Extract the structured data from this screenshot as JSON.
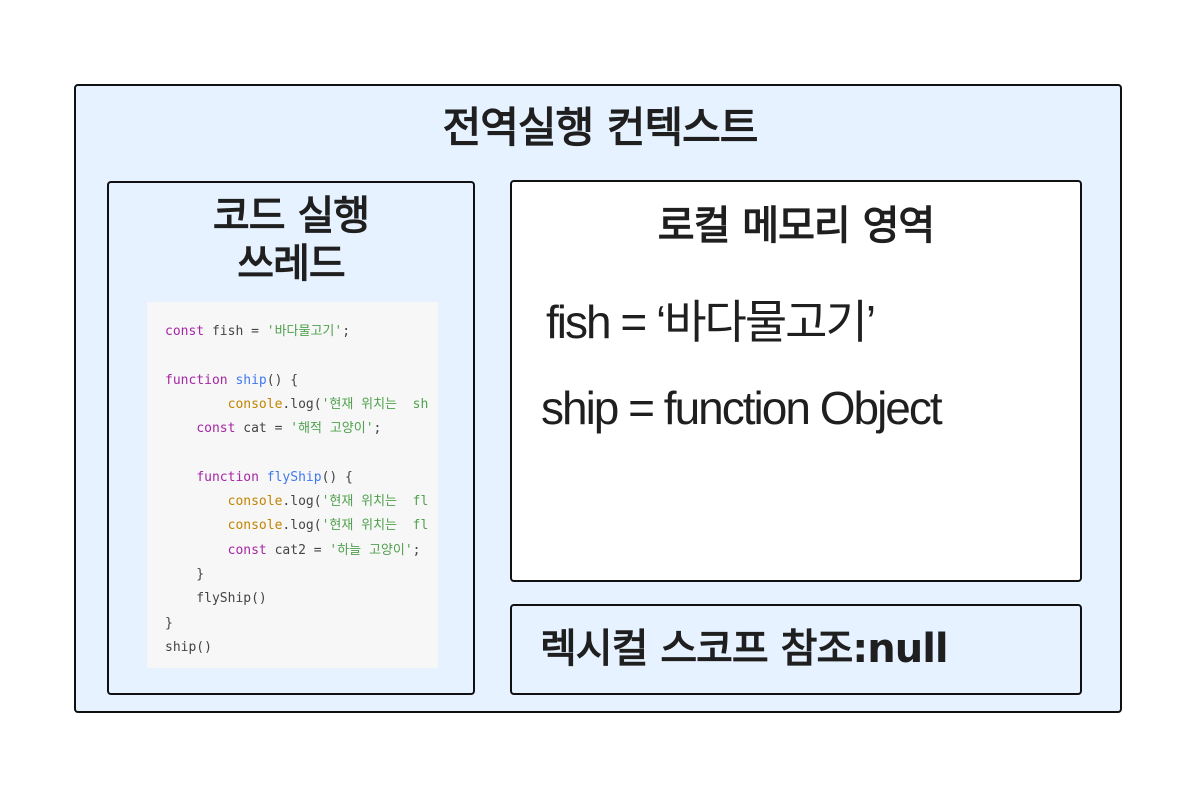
{
  "global_context": {
    "title": "전역실행 컨텍스트"
  },
  "code_thread": {
    "title_line1": "코드 실행",
    "title_line2": "쓰레드",
    "code_lines": [
      [
        {
          "t": "kw",
          "s": "const "
        },
        {
          "t": "plain",
          "s": "fish = "
        },
        {
          "t": "str",
          "s": "'바다물고기'"
        },
        {
          "t": "plain",
          "s": ";"
        }
      ],
      [],
      [
        {
          "t": "kw",
          "s": "function "
        },
        {
          "t": "fn",
          "s": "ship"
        },
        {
          "t": "plain",
          "s": "() {"
        }
      ],
      [
        {
          "t": "plain",
          "s": "        "
        },
        {
          "t": "obj",
          "s": "console"
        },
        {
          "t": "plain",
          "s": ".log("
        },
        {
          "t": "str",
          "s": "'현재 위치는  sh"
        }
      ],
      [
        {
          "t": "plain",
          "s": "    "
        },
        {
          "t": "kw",
          "s": "const "
        },
        {
          "t": "plain",
          "s": "cat = "
        },
        {
          "t": "str",
          "s": "'해적 고양이'"
        },
        {
          "t": "plain",
          "s": ";"
        }
      ],
      [],
      [
        {
          "t": "plain",
          "s": "    "
        },
        {
          "t": "kw",
          "s": "function "
        },
        {
          "t": "fn",
          "s": "flyShip"
        },
        {
          "t": "plain",
          "s": "() {"
        }
      ],
      [
        {
          "t": "plain",
          "s": "        "
        },
        {
          "t": "obj",
          "s": "console"
        },
        {
          "t": "plain",
          "s": ".log("
        },
        {
          "t": "str",
          "s": "'현재 위치는  fl"
        }
      ],
      [
        {
          "t": "plain",
          "s": "        "
        },
        {
          "t": "obj",
          "s": "console"
        },
        {
          "t": "plain",
          "s": ".log("
        },
        {
          "t": "str",
          "s": "'현재 위치는  fl"
        }
      ],
      [
        {
          "t": "plain",
          "s": "        "
        },
        {
          "t": "kw",
          "s": "const "
        },
        {
          "t": "plain",
          "s": "cat2 = "
        },
        {
          "t": "str",
          "s": "'하늘 고양이'"
        },
        {
          "t": "plain",
          "s": ";"
        }
      ],
      [
        {
          "t": "plain",
          "s": "    }"
        }
      ],
      [
        {
          "t": "plain",
          "s": "    flyShip()"
        }
      ],
      [
        {
          "t": "plain",
          "s": "}"
        }
      ],
      [
        {
          "t": "plain",
          "s": "ship()"
        }
      ]
    ]
  },
  "local_memory": {
    "title": "로컬 메모리 영역",
    "entries": [
      "fish = ‘바다물고기’",
      "ship = function Object"
    ]
  },
  "lexical_scope": {
    "label": "렉시컬 스코프 참조:null"
  },
  "colors": {
    "outer_fill": "#e6f2ff",
    "memory_fill": "#ffffff",
    "code_bg": "#f7f7f7",
    "keyword": "#a626a4",
    "function_name": "#4078f2",
    "object": "#c18401",
    "string": "#50a14f",
    "plain": "#444444"
  }
}
